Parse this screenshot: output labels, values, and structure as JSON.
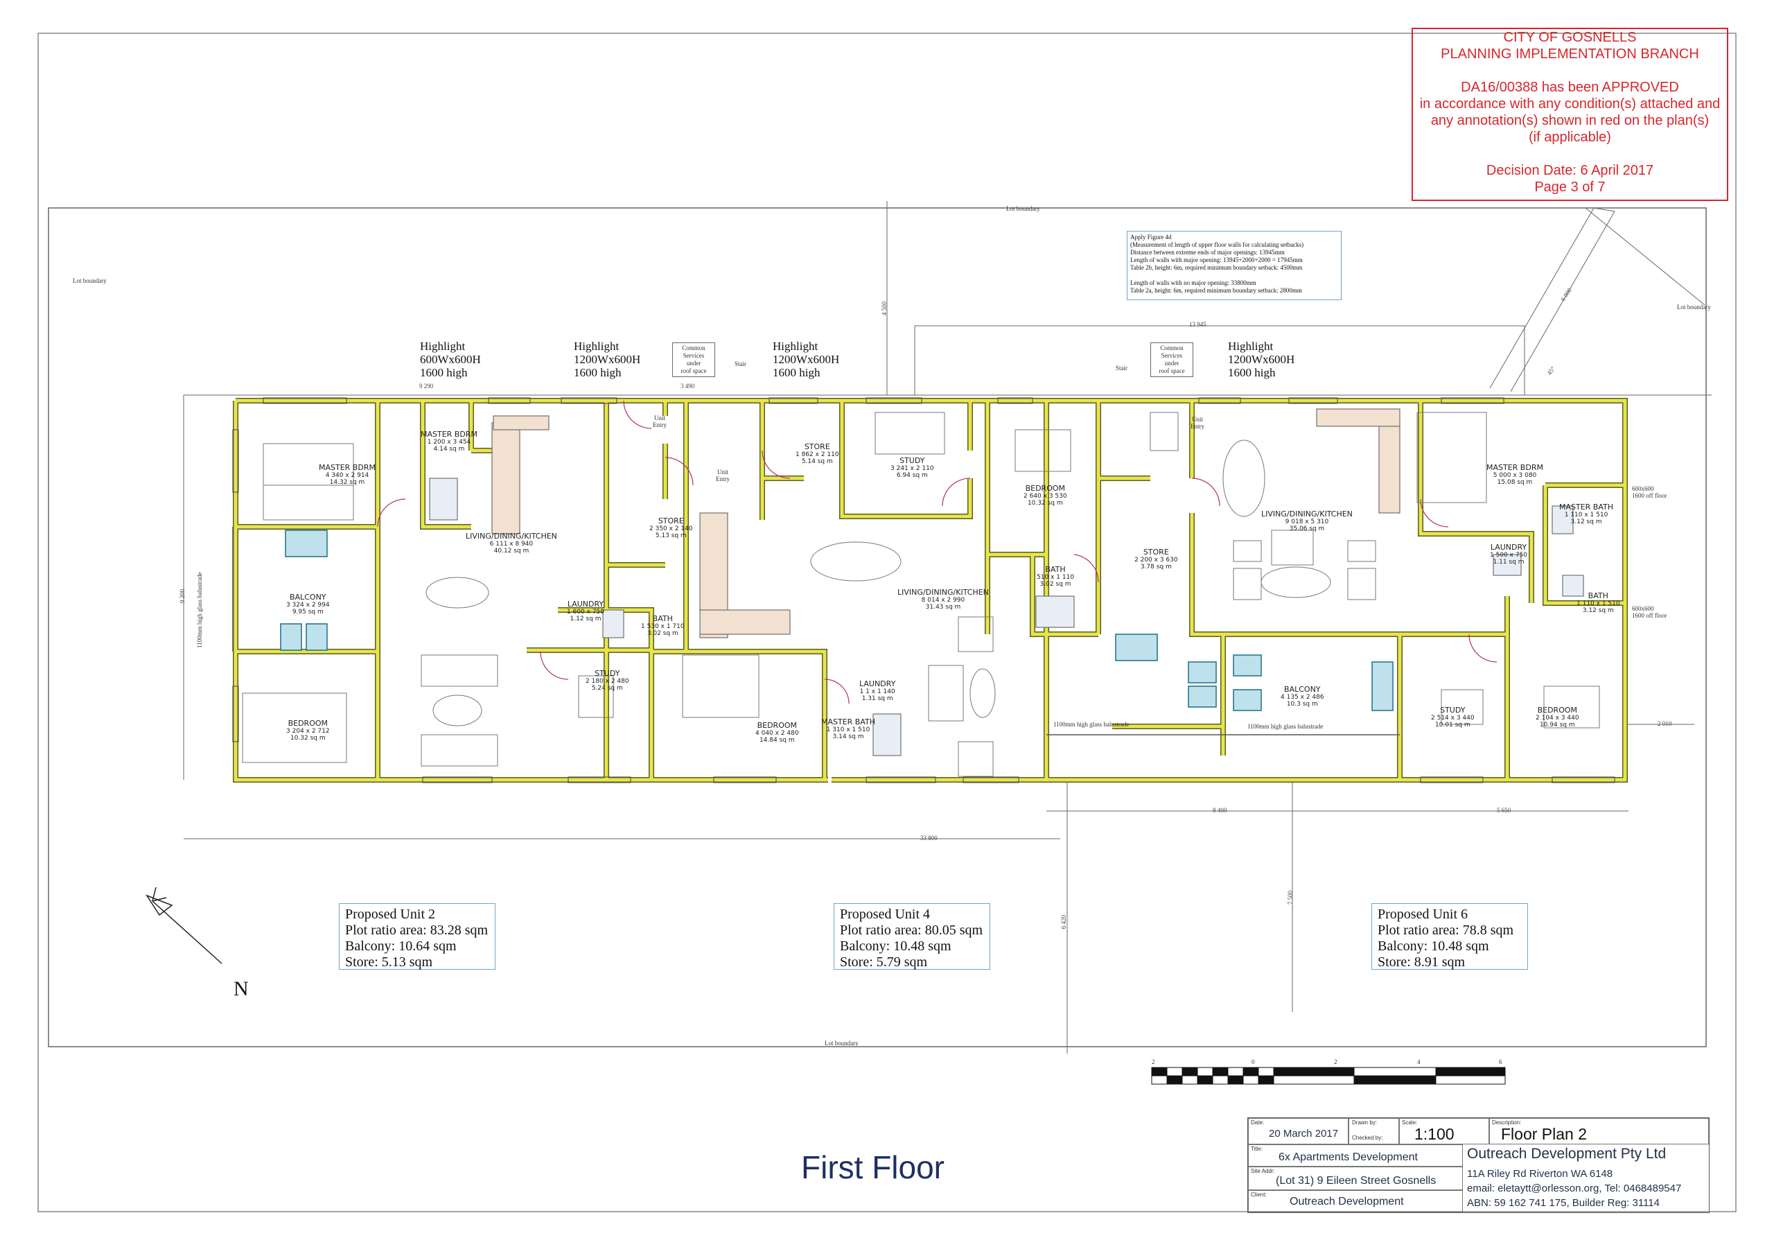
{
  "stamp": {
    "lines": [
      "CITY OF GOSNELLS",
      "PLANNING IMPLEMENTATION BRANCH",
      "",
      "DA16/00388 has been APPROVED",
      "in accordance with any condition(s) attached and",
      "any annotation(s) shown in red on the plan(s)",
      "(if applicable)",
      "",
      "Decision Date: 6 April 2017",
      "Page 3 of 7"
    ],
    "color": "#d8262c"
  },
  "boundary_labels": {
    "top": "Lot boundary",
    "left": "Lot boundary",
    "right": "Lot boundary",
    "bottom": "Lot boundary"
  },
  "setback_note": {
    "lines": [
      "Apply Figure 4d",
      "(Measurement of length of upper floor walls for calculating setbacks)",
      "Distance between extreme ends of major openings: 13945mm",
      "Length of walls with major opening: 13945+2000+2000 = 17945mm",
      "Table 2b, height: 6m, required minimum boundary setback: 4500mm",
      "",
      "Length of walls with no major opening: 33800mm",
      "Table 2a, height: 6m, required minimum boundary setback: 2800mm"
    ]
  },
  "highlights": [
    {
      "lines": [
        "Highlight",
        "600Wx600H",
        "1600 high"
      ]
    },
    {
      "lines": [
        "Highlight",
        "1200Wx600H",
        "1600 high"
      ]
    },
    {
      "lines": [
        "Highlight",
        "1200Wx600H",
        "1600 high"
      ]
    },
    {
      "lines": [
        "Highlight",
        "1200Wx600H",
        "1600 high"
      ]
    }
  ],
  "services": [
    {
      "lines": [
        "Common",
        "Services",
        "under",
        "roof space"
      ]
    },
    {
      "lines": [
        "Common",
        "Services",
        "under",
        "roof space"
      ]
    }
  ],
  "small_labels": {
    "stair1": "Stair",
    "stair2": "Stair",
    "unit_entry1a": "Unit",
    "unit_entry1b": "Entry",
    "unit_entry2a": "Unit",
    "unit_entry2b": "Entry",
    "unit_entry3a": "Unit",
    "unit_entry3b": "Entry",
    "balustrade_left": "1100mm high glass balustrade",
    "balustrade_mid": "1100mm high glass balustrade",
    "balustrade_right": "1100mm high glass balustrade",
    "off_floor1a": "600x600",
    "off_floor1b": "1600 off floor",
    "off_floor2a": "600x600",
    "off_floor2b": "1600 off floor"
  },
  "dimensions": {
    "d9290": "9 290",
    "d3490": "3 490",
    "d4500": "4 500",
    "d13945": "13 945",
    "d6000": "6 000",
    "d45": "45°",
    "d9200": "9 200",
    "d33800": "33 800",
    "d8400": "8 400",
    "d5650": "5 650",
    "d2010": "2 010",
    "d6420": "6 420",
    "d7500": "7 500"
  },
  "rooms": [
    {
      "name": "MASTER BDRM",
      "dims": "4 340 x 2 914",
      "area": "14.32 sq m"
    },
    {
      "name": "MASTER BDRM",
      "dims": "1 200 x 3 454",
      "area": "4.14 sq m"
    },
    {
      "name": "BALCONY",
      "dims": "3 324 x 2 994",
      "area": "9.95 sq m"
    },
    {
      "name": "BEDROOM",
      "dims": "3 204 x 2 712",
      "area": "10.32 sq m"
    },
    {
      "name": "LIVING/DINING/KITCHEN",
      "dims": "6 111 x 8 940",
      "area": "40.12 sq m"
    },
    {
      "name": "LAUNDRY",
      "dims": "1 600 x 750",
      "area": "1.12 sq m"
    },
    {
      "name": "BATH",
      "dims": "1 530 x 1 710",
      "area": "3.02 sq m"
    },
    {
      "name": "STORE",
      "dims": "2 350 x 2 140",
      "area": "5.13 sq m"
    },
    {
      "name": "STUDY",
      "dims": "2 180 x 2 480",
      "area": "5.24 sq m"
    },
    {
      "name": "STORE",
      "dims": "1 862 x 2 110",
      "area": "5.14 sq m"
    },
    {
      "name": "STUDY",
      "dims": "3 241 x 2 110",
      "area": "6.94 sq m"
    },
    {
      "name": "LIVING/DINING/KITCHEN",
      "dims": "8 014 x 2 990",
      "area": "31.43 sq m"
    },
    {
      "name": "BEDROOM",
      "dims": "4 040 x 2 480",
      "area": "14.84 sq m"
    },
    {
      "name": "LAUNDRY",
      "dims": "1 1 x 1 140",
      "area": "1.31 sq m"
    },
    {
      "name": "MASTER BATH",
      "dims": "1 310 x 1 510",
      "area": "3.14 sq m"
    },
    {
      "name": "BEDROOM",
      "dims": "2 640 x 3 530",
      "area": "10.32 sq m"
    },
    {
      "name": "BATH",
      "dims": "510 x 1 110",
      "area": "3.02 sq m"
    },
    {
      "name": "STORE",
      "dims": "2 200 x 3 630",
      "area": "3.78 sq m"
    },
    {
      "name": "LIVING/DINING/KITCHEN",
      "dims": "9 018 x 5 310",
      "area": "35.06 sq m"
    },
    {
      "name": "MASTER BDRM",
      "dims": "5 000 x 3 080",
      "area": "15.08 sq m"
    },
    {
      "name": "MASTER BATH",
      "dims": "1 110 x 1 510",
      "area": "3.12 sq m"
    },
    {
      "name": "LAUNDRY",
      "dims": "1 500 x 750",
      "area": "1.11 sq m"
    },
    {
      "name": "BATH",
      "dims": "1 110 x 1 510",
      "area": "3.12 sq m"
    },
    {
      "name": "BALCONY",
      "dims": "4 135 x 2 486",
      "area": "10.3 sq m"
    },
    {
      "name": "STUDY",
      "dims": "2 514 x 3 440",
      "area": "10.01 sq m"
    },
    {
      "name": "BEDROOM",
      "dims": "2 104 x 3 440",
      "area": "10.94 sq m"
    }
  ],
  "units": [
    {
      "title": "Proposed Unit 2",
      "plot": "Plot ratio area: 83.28 sqm",
      "balcony": "Balcony: 10.64 sqm",
      "store": "Store: 5.13 sqm"
    },
    {
      "title": "Proposed Unit 4",
      "plot": "Plot ratio area: 80.05 sqm",
      "balcony": "Balcony: 10.48 sqm",
      "store": "Store: 5.79 sqm"
    },
    {
      "title": "Proposed Unit 6",
      "plot": "Plot ratio area: 78.8 sqm",
      "balcony": "Balcony: 10.48 sqm",
      "store": "Store: 8.91 sqm"
    }
  ],
  "north": "N",
  "scale_bar": {
    "labels": [
      "2",
      "0",
      "2",
      "4",
      "6"
    ]
  },
  "title_block": {
    "date_label": "Date:",
    "date": "20 March 2017",
    "drawn_label": "Drawn by:",
    "checked_label": "Checked by:",
    "scale_label": "Scale:",
    "scale": "1:100",
    "desc_label": "Description:",
    "description": "Floor Plan 2",
    "title_label": "Title:",
    "title": "6x Apartments Development",
    "site_label": "Site Addr:",
    "site": "(Lot 31) 9 Eileen Street Gosnells",
    "client_label": "Client:",
    "client": "Outreach Development",
    "company": "Outreach Development Pty Ltd",
    "address": "11A Riley Rd Riverton WA 6148",
    "email": "email: eletaytt@orlesson.org, Tel: 0468489547",
    "abn": "ABN: 59 162 741 175, Builder Reg: 31114"
  },
  "floor_title": "First Floor",
  "colors": {
    "walls": "#e6e64a",
    "wall_edge": "#5a5a2a",
    "stamp": "#d8262c",
    "box_border": "#6fa7c8",
    "title": "#1e2f66"
  }
}
